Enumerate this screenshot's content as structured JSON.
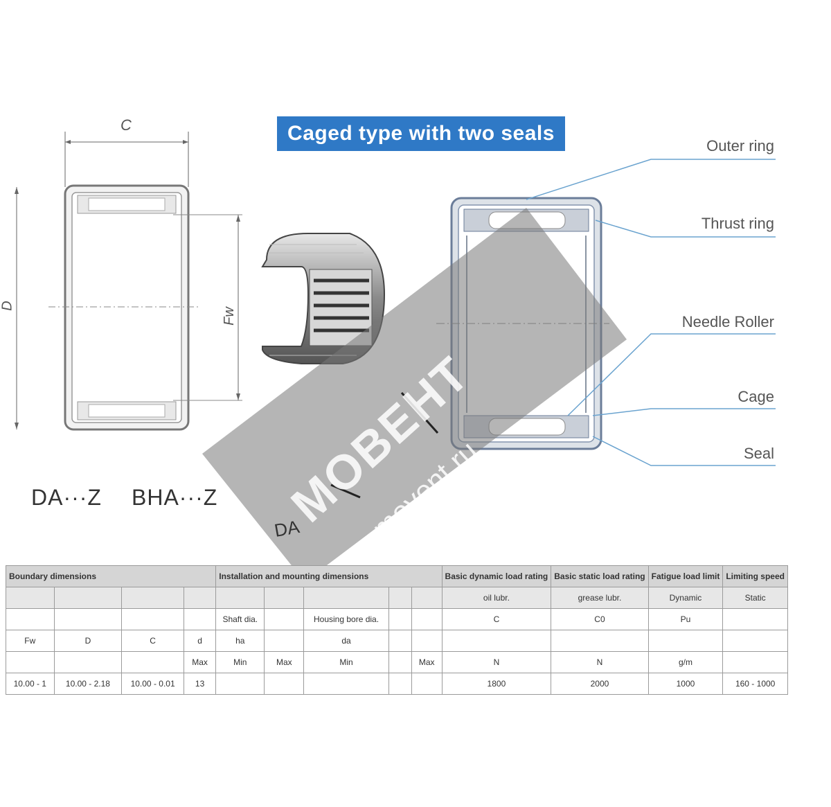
{
  "banner": {
    "title": "Caged type with two seals"
  },
  "drawing_labels": {
    "width": "C",
    "outer_dia": "D",
    "bore": "Fw"
  },
  "series_labels": [
    "DA···Z",
    "BHA···Z",
    "DA···"
  ],
  "parts": [
    "Outer ring",
    "Thrust ring",
    "Needle Roller",
    "Cage",
    "Seal"
  ],
  "watermark": {
    "name": "MOBEHT",
    "url": "movent.ru"
  },
  "table": {
    "header": [
      "Boundary dimensions",
      "Installation and mounting dimensions",
      "Basic dynamic load rating",
      "Basic static load rating",
      "Fatigue load limit",
      "Limiting speed"
    ],
    "row2": [
      "",
      "",
      "",
      "",
      "",
      "",
      "",
      "",
      "",
      "oil lubr.",
      "grease lubr.",
      "Dynamic",
      "Static"
    ],
    "row3": [
      "",
      "",
      "",
      "",
      "Shaft dia.",
      "",
      "Housing bore dia.",
      "",
      "",
      "C",
      "C0",
      "Pu",
      ""
    ],
    "row4": [
      "Fw",
      "D",
      "C",
      "d",
      "ha",
      "",
      "da",
      "",
      "",
      "",
      "",
      "",
      ""
    ],
    "row5": [
      "",
      "",
      "",
      "Max",
      "Min",
      "Max",
      "Min",
      "",
      "Max",
      "N",
      "N",
      "g/m",
      ""
    ],
    "row6": [
      "10.00 - 1",
      "10.00 - 2.18",
      "10.00 - 0.01",
      "13",
      "",
      "",
      "",
      "",
      "",
      "1800",
      "2000",
      "1000",
      "160 - 1000"
    ]
  }
}
